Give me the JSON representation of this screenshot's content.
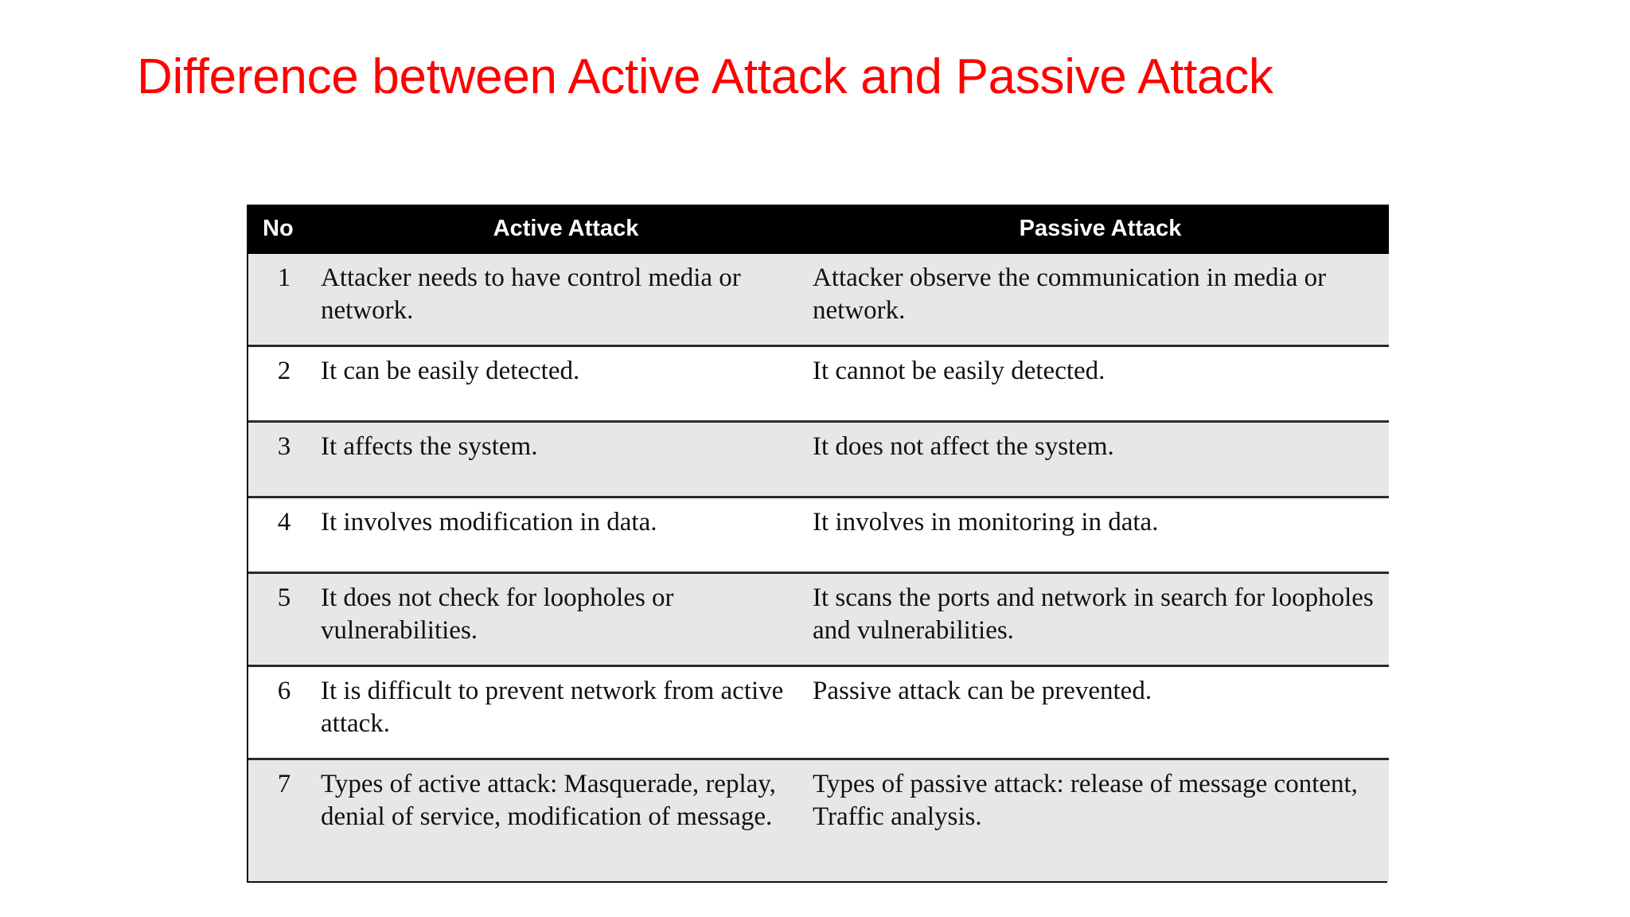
{
  "slide": {
    "title": "Difference between Active Attack and Passive Attack",
    "title_color": "#FF0000",
    "background_color": "#FFFFFF"
  },
  "table": {
    "header_background": "#000000",
    "header_text_color": "#FFFFFF",
    "shaded_row_color": "#E7E7E7",
    "plain_row_color": "#FFFFFF",
    "border_color": "#111111",
    "columns": [
      {
        "key": "no",
        "label": "No"
      },
      {
        "key": "active",
        "label": "Active Attack"
      },
      {
        "key": "passive",
        "label": "Passive Attack"
      }
    ],
    "rows": [
      {
        "no": "1",
        "active": "Attacker needs to have control media or network.",
        "passive": "Attacker observe the communication in media or network.",
        "shaded": true,
        "lines": 2
      },
      {
        "no": "2",
        "active": "It can be easily detected.",
        "passive": "It cannot be easily detected.",
        "shaded": false,
        "lines": 1
      },
      {
        "no": "3",
        "active": "It affects the system.",
        "passive": "It does not affect the system.",
        "shaded": true,
        "lines": 1
      },
      {
        "no": "4",
        "active": "It involves modification in data.",
        "passive": "It involves in monitoring in data.",
        "shaded": false,
        "lines": 1
      },
      {
        "no": "5",
        "active": "It does not check for loopholes or vulnerabilities.",
        "passive": "It scans the ports and network in search for loopholes and vulnerabilities.",
        "shaded": true,
        "lines": 2
      },
      {
        "no": "6",
        "active": "It is difficult to prevent network from active attack.",
        "passive": "Passive attack can be prevented.",
        "shaded": false,
        "lines": 2
      },
      {
        "no": "7",
        "active": "Types of active attack: Masquerade, replay, denial of service, modification of message.",
        "passive": "Types of passive attack: release of message content, Traffic analysis.",
        "shaded": true,
        "lines": 3
      }
    ]
  }
}
